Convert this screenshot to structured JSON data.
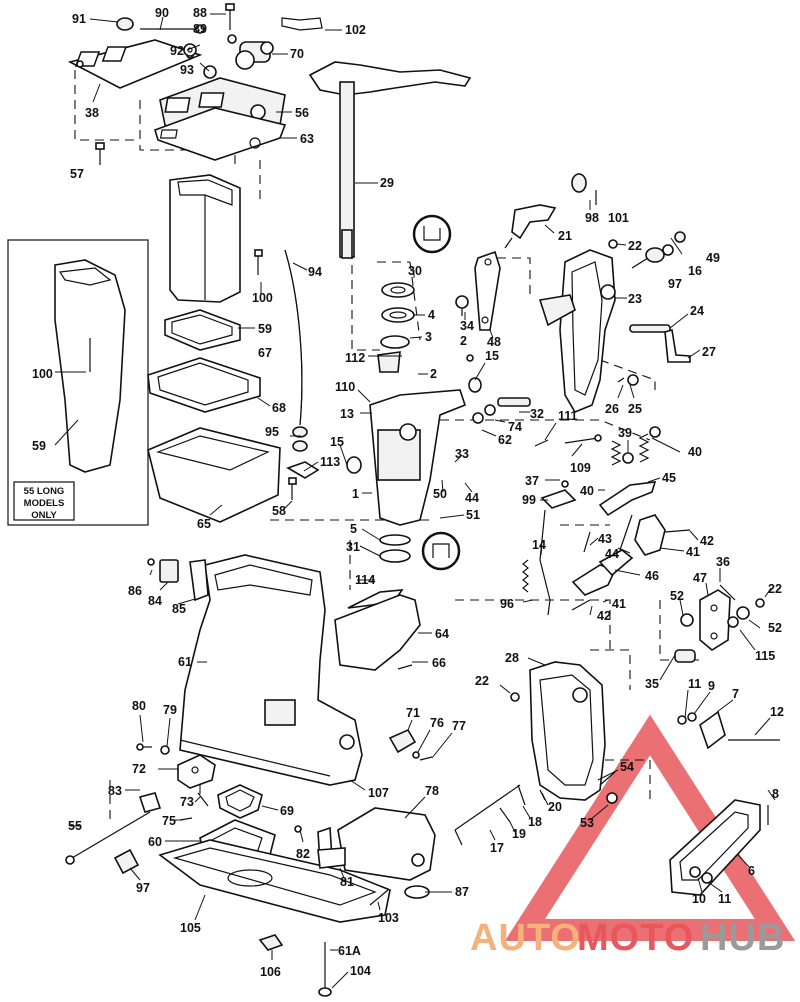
{
  "inset": {
    "line1": "55 LONG",
    "line2": "MODELS",
    "line3": "ONLY"
  },
  "watermark": {
    "part_a": "AUTO",
    "part_b": "MOTO",
    "part_c": "HUB",
    "color_a": "#f4b27a",
    "color_b": "#e8575c",
    "color_c": "#9a9a9a"
  },
  "labels": {
    "p91": "91",
    "p90": "90",
    "p88": "88",
    "p89": "89",
    "p102": "102",
    "p92": "92",
    "p70": "70",
    "p93": "93",
    "p38": "38",
    "p56": "56",
    "p63": "63",
    "p57": "57",
    "p29": "29",
    "p98": "98",
    "p101": "101",
    "p21": "21",
    "p22a": "22",
    "p49": "49",
    "p16": "16",
    "p97a": "97",
    "p30": "30",
    "p100a": "100",
    "p94": "94",
    "p100b": "100",
    "p59a": "59",
    "p67": "67",
    "p4": "4",
    "p3": "3",
    "p34": "34",
    "p48": "48",
    "p23": "23",
    "p24": "24",
    "p27": "27",
    "p2a": "2",
    "p15a": "15",
    "p112": "112",
    "p2b": "2",
    "p59b": "59",
    "p68": "68",
    "p110": "110",
    "p13": "13",
    "p32": "32",
    "p74": "74",
    "p62": "62",
    "p111": "111",
    "p26": "26",
    "p25": "25",
    "p95": "95",
    "p15b": "15",
    "p113": "113",
    "p1": "1",
    "p33": "33",
    "p109": "109",
    "p39": "39",
    "p40a": "40",
    "p65": "65",
    "p58": "58",
    "p50": "50",
    "p44a": "44",
    "p37": "37",
    "p99": "99",
    "p40b": "40",
    "p45": "45",
    "p51": "51",
    "p5": "5",
    "p31": "31",
    "p14": "14",
    "p43": "43",
    "p44b": "44",
    "p42a": "42",
    "p41a": "41",
    "p46": "46",
    "p86": "86",
    "p84": "84",
    "p85": "85",
    "p114": "114",
    "p36": "36",
    "p47": "47",
    "p22b": "22",
    "p96": "96",
    "p41b": "41",
    "p42b": "42",
    "p52a": "52",
    "p52b": "52",
    "p115": "115",
    "p64": "64",
    "p61": "61",
    "p66": "66",
    "p28": "28",
    "p22c": "22",
    "p35": "35",
    "p11a": "11",
    "p9": "9",
    "p7": "7",
    "p12": "12",
    "p80": "80",
    "p79": "79",
    "p71": "71",
    "p76": "76",
    "p77": "77",
    "p72": "72",
    "p54": "54",
    "p83": "83",
    "p73": "73",
    "p107": "107",
    "p78": "78",
    "p75": "75",
    "p69": "69",
    "p20": "20",
    "p53": "53",
    "p55": "55",
    "p60": "60",
    "p82": "82",
    "p19": "19",
    "p18": "18",
    "p17": "17",
    "p8": "8",
    "p6": "6",
    "p97b": "97",
    "p81": "81",
    "p87": "87",
    "p103": "103",
    "p10": "10",
    "p11b": "11",
    "p105": "105",
    "p61a": "61A",
    "p106": "106",
    "p104": "104"
  }
}
